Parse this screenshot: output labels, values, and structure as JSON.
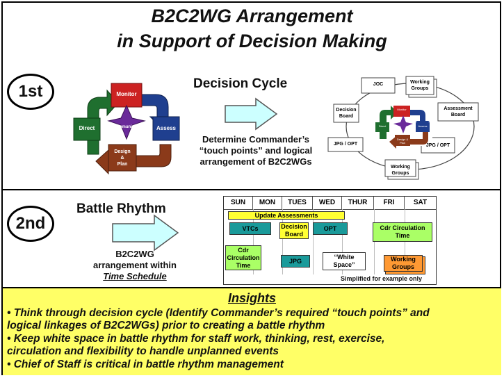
{
  "title_line1": "B2C2WG Arrangement",
  "title_line2": "in Support of Decision Making",
  "section1": {
    "step": "1st",
    "heading": "Decision Cycle",
    "description_line1": "Determine Commander’s",
    "description_line2": "“touch points” and logical",
    "description_line3": "arrangement of B2C2WGs"
  },
  "cycle_main": {
    "monitor": "Monitor",
    "assess": "Assess",
    "design_plan_1": "Design",
    "design_plan_2": "&",
    "design_plan_3": "Plan",
    "direct": "Direct",
    "communicate": "Communicate",
    "colors": {
      "monitor": "#cc2222",
      "assess": "#1f3f8f",
      "design": "#8b3a1a",
      "direct": "#1f6f2f",
      "communicate": "#6a2a9a"
    }
  },
  "cycle_small": {
    "joc": "JOC",
    "working_groups_top_1": "Working",
    "working_groups_top_2": "Groups",
    "assessment_board_1": "Assessment",
    "assessment_board_2": "Board",
    "jpg_opt_right": "JPG / OPT",
    "working_groups_bottom_1": "Working",
    "working_groups_bottom_2": "Groups",
    "jpg_opt_left": "JPG / OPT",
    "decision_board_1": "Decision",
    "decision_board_2": "Board",
    "inner_monitor": "Monitor",
    "inner_direct": "Direct",
    "inner_assess": "Assess",
    "inner_design": "Design & Plan"
  },
  "section2": {
    "step": "2nd",
    "heading": "Battle Rhythm",
    "description_line1": "B2C2WG",
    "description_line2": "arrangement within",
    "description_line3": "Time Schedule"
  },
  "calendar": {
    "days": [
      "SUN",
      "MON",
      "TUES",
      "WED",
      "THUR",
      "FRI",
      "SAT"
    ],
    "update_assessments": "Update Assessments",
    "vtcs": "VTCs",
    "decision_board_1": "Decision",
    "decision_board_2": "Board",
    "opt": "OPT",
    "cdr_circ_top_1": "Cdr Circulation",
    "cdr_circ_top_2": "Time",
    "cdr_circ_left_1": "Cdr",
    "cdr_circ_left_2": "Circulation",
    "cdr_circ_left_3": "Time",
    "jpg": "JPG",
    "white_space_1": "“White",
    "white_space_2": "Space”",
    "working_groups_1": "Working",
    "working_groups_2": "Groups",
    "footnote": "Simplified  for example only",
    "colors": {
      "yellow": "#ffff33",
      "teal": "#1a9a9a",
      "green": "#aaff66",
      "orange": "#ff9933"
    }
  },
  "insights": {
    "title": "Insights",
    "items": [
      "• Think through decision cycle (Identify Commander’s required “touch points” and",
      "   logical linkages of B2C2WGs) prior to creating a battle rhythm",
      "• Keep white space in battle rhythm for staff work, thinking, rest, exercise,",
      "   circulation and flexibility to handle unplanned events",
      "• Chief of Staff is critical in battle rhythm management"
    ]
  }
}
